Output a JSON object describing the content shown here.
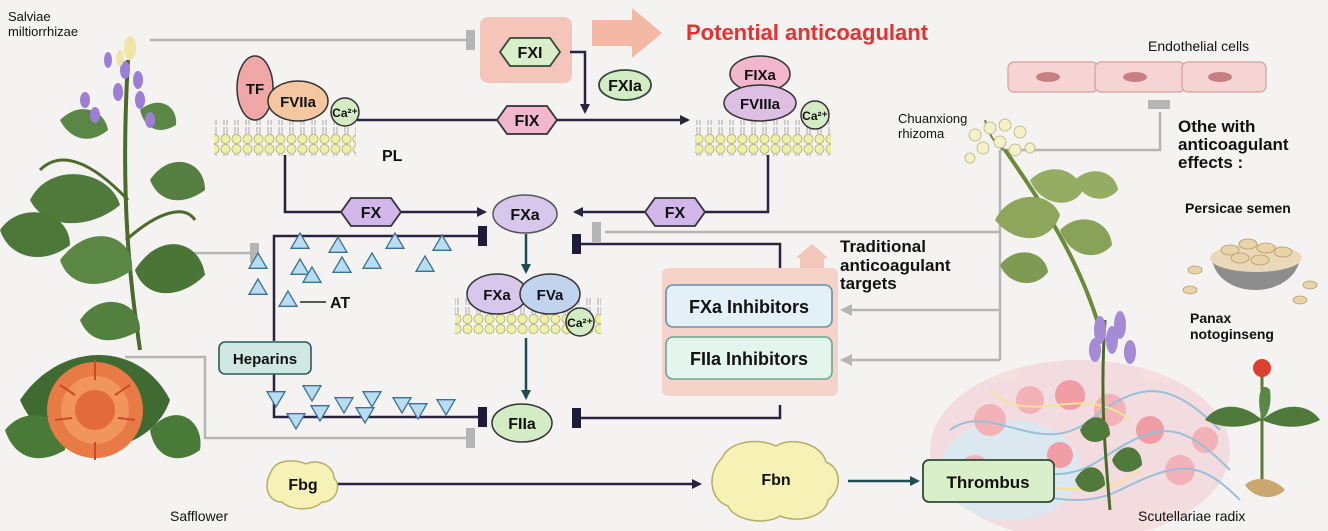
{
  "title": "Potential anticoagulant",
  "colors": {
    "title_red": "#e8302f",
    "inhibitor_panel": "#f6d3c8",
    "pathway_arrow": "#2a2340",
    "inhibitor_line": "#b0b0b0",
    "factor_pink": "#f2b6cd",
    "factor_purple": "#c9b3e4",
    "factor_green": "#d4ecc4",
    "heparin_box": "#cfe9e2",
    "antithrombin": "#b8dcf2"
  },
  "herbs": {
    "salviae": "Salviae miltiorrhizae",
    "safflower": "Safflower",
    "chuanxiong": "Chuanxiong rhizoma",
    "persicae": "Persicae semen",
    "panax": "Panax notoginseng",
    "scutellariae": "Scutellariae radix"
  },
  "labels": {
    "endothelial": "Endothelial cells",
    "other_effects": "Othe with anticoagulant effects :",
    "traditional": "Traditional anticoagulant targets",
    "pl": "PL",
    "at": "AT"
  },
  "factors": {
    "fxi": "FXI",
    "fxia": "FXIa",
    "tf": "TF",
    "fviia": "FVIIa",
    "ca": "Ca²⁺",
    "fix": "FIX",
    "fixa": "FIXa",
    "fviiia": "FVIIIa",
    "fx": "FX",
    "fxa": "FXa",
    "fva": "FVa",
    "fiia": "FIIa",
    "fbg": "Fbg",
    "fbn": "Fbn",
    "thrombus": "Thrombus",
    "heparins": "Heparins"
  },
  "inhibitors": {
    "fxa": "FXa Inhibitors",
    "fiia": "FIIa Inhibitors"
  }
}
